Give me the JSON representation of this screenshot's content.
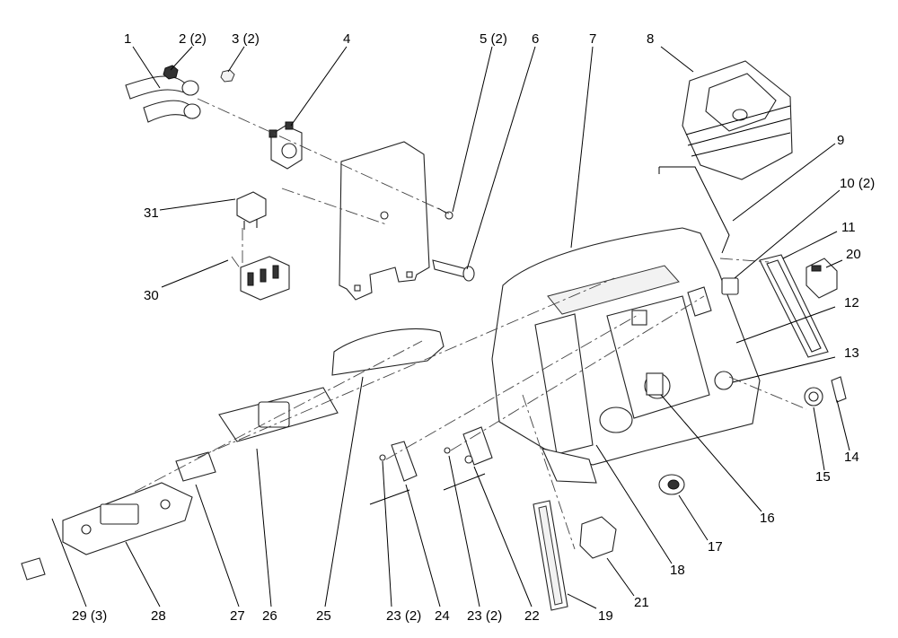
{
  "callouts": [
    {
      "id": "c1",
      "text": "1"
    },
    {
      "id": "c2",
      "text": "2 (2)"
    },
    {
      "id": "c3",
      "text": "3 (2)"
    },
    {
      "id": "c4",
      "text": "4"
    },
    {
      "id": "c5",
      "text": "5 (2)"
    },
    {
      "id": "c6",
      "text": "6"
    },
    {
      "id": "c7",
      "text": "7"
    },
    {
      "id": "c8",
      "text": "8"
    },
    {
      "id": "c9",
      "text": "9"
    },
    {
      "id": "c10",
      "text": "10 (2)"
    },
    {
      "id": "c11",
      "text": "11"
    },
    {
      "id": "c20",
      "text": "20"
    },
    {
      "id": "c12",
      "text": "12"
    },
    {
      "id": "c13",
      "text": "13"
    },
    {
      "id": "c14",
      "text": "14"
    },
    {
      "id": "c15",
      "text": "15"
    },
    {
      "id": "c16",
      "text": "16"
    },
    {
      "id": "c17",
      "text": "17"
    },
    {
      "id": "c18",
      "text": "18"
    },
    {
      "id": "c19",
      "text": "19"
    },
    {
      "id": "c21",
      "text": "21"
    },
    {
      "id": "c22",
      "text": "22"
    },
    {
      "id": "c23b",
      "text": "23 (2)"
    },
    {
      "id": "c24",
      "text": "24"
    },
    {
      "id": "c23a",
      "text": "23 (2)"
    },
    {
      "id": "c25",
      "text": "25"
    },
    {
      "id": "c26",
      "text": "26"
    },
    {
      "id": "c27",
      "text": "27"
    },
    {
      "id": "c28",
      "text": "28"
    },
    {
      "id": "c29",
      "text": "29 (3)"
    },
    {
      "id": "c30",
      "text": "30"
    },
    {
      "id": "c31",
      "text": "31"
    }
  ]
}
